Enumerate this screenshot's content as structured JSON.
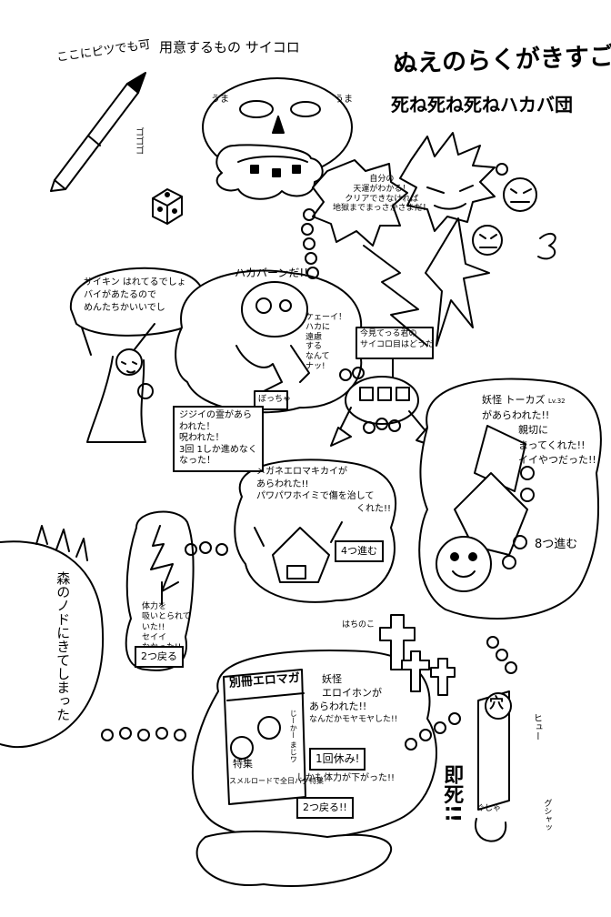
{
  "header": {
    "pencil_note": "ここにピツでも可",
    "prepare_label": "用意するもの サイコロ",
    "title_main": "ぬえのらくがきすごろく",
    "title_sub": "死ね死ね死ねハカバ団"
  },
  "top": {
    "skull_label_left": "うま",
    "skull_label_right": "うま",
    "pencil_sfx": "ゴゴゴ",
    "fortune_bubble": [
      "自分の",
      "天運がわかる！",
      "クリアできなければ",
      "地獄までまっさかさまだ！"
    ]
  },
  "sick_bubble": [
    "サイキン はれてるでしょ",
    "バイがあたるので",
    "めんたちかいいでし"
  ],
  "haka_scene": {
    "shout": "ハカバーンだ!!",
    "speech": [
      "ケェーイ！",
      "ハカに",
      "遠慮",
      "する",
      "なんて",
      "ナッ!"
    ],
    "sign": "ぼっちゃ",
    "box": [
      "ジジイの霊があら",
      "われた！",
      "呪われた！",
      "3回 1しか進めなく",
      "なった！"
    ]
  },
  "dice_stop": {
    "sign": [
      "今見てっる君の",
      "サイコロ目はどうだ"
    ]
  },
  "yokai_touka": {
    "text": [
      "妖怪 トーカズ",
      "があらわれた!!",
      "親切に",
      "まってくれた!!",
      "イイやつだった!!"
    ],
    "small": "Lv.32",
    "advance": "8つ進む"
  },
  "megane": {
    "text": [
      "メガネエロマキカイが",
      "あらわれた!!",
      "パワパワホイミで傷を治して",
      "くれた!!"
    ],
    "advance": "4つ進む"
  },
  "tree_stop": {
    "text": [
      "体力を",
      "吸いとられて",
      "いた!!",
      "セイイ",
      "なかった!!"
    ],
    "back": "2つ戻る"
  },
  "forest_text": "森のノドにきてしまった",
  "erohon": {
    "book_title": "別冊エロマガ",
    "book_sub": "特集",
    "book_caption": "スメルロードで全日バグ特集",
    "book_side": "じーかー まじワ",
    "text": [
      "妖怪",
      "エロイホンが",
      "あらわれた!!",
      "なんだかモヤモヤした!!"
    ],
    "rest": "1回休み!",
    "hp_down": "しかも体力が下がった!!",
    "back": "2つ戻る!!"
  },
  "pit": {
    "sign": "穴",
    "sfx_fall": "ヒュー",
    "death": "即死!!",
    "sfx_crush": "グシャッ",
    "sfx_ground": "ぐしゃ"
  },
  "graveyard_sign": "はちのこ"
}
